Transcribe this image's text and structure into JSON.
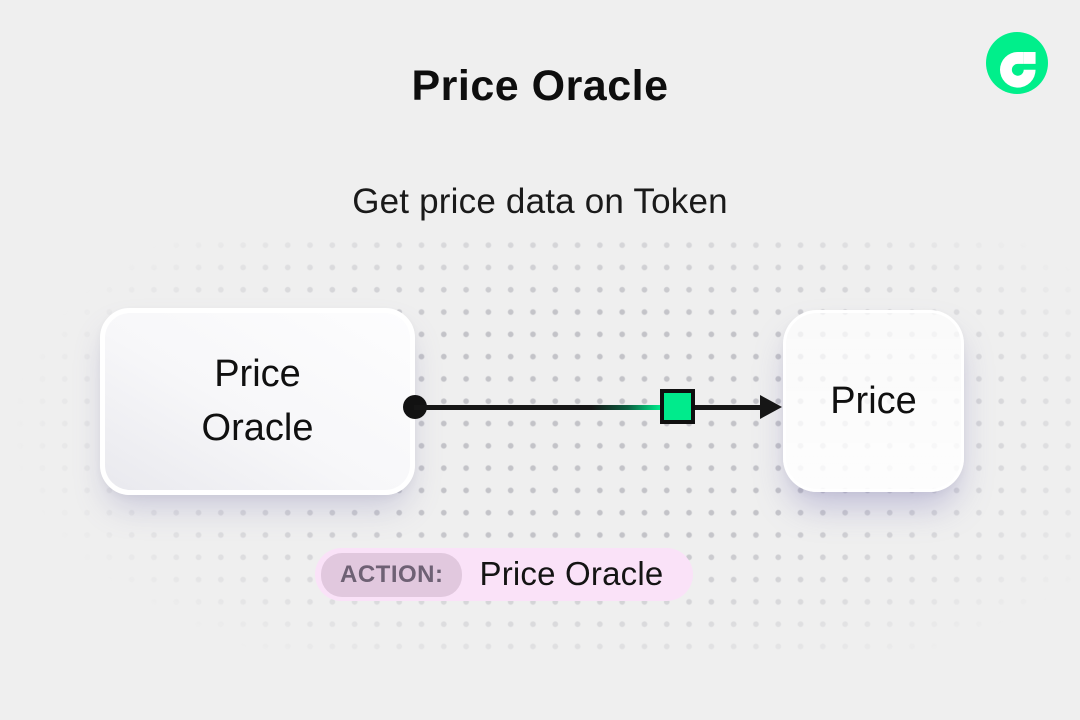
{
  "page": {
    "background_color": "#EFEFEF",
    "dot_color": "#C3C3C8"
  },
  "header": {
    "title": "Price Oracle",
    "subtitle": "Get price data on Token"
  },
  "logo": {
    "icon": "flow-logo-icon",
    "circle_color": "#00EF8B",
    "glyph_color": "#FFFFFF"
  },
  "diagram": {
    "source_node": {
      "label": "Price Oracle"
    },
    "target_node": {
      "label": "Price"
    },
    "connector": {
      "line_color": "#161616",
      "accent_square_color": "#00EB8C",
      "start": "filled-circle",
      "end": "arrowhead"
    }
  },
  "action_bar": {
    "badge": "ACTION:",
    "label": "Price Oracle",
    "bg_color": "#FAE2F8",
    "badge_bg_color": "#E1C8DE",
    "badge_text_color": "#6E6174"
  }
}
